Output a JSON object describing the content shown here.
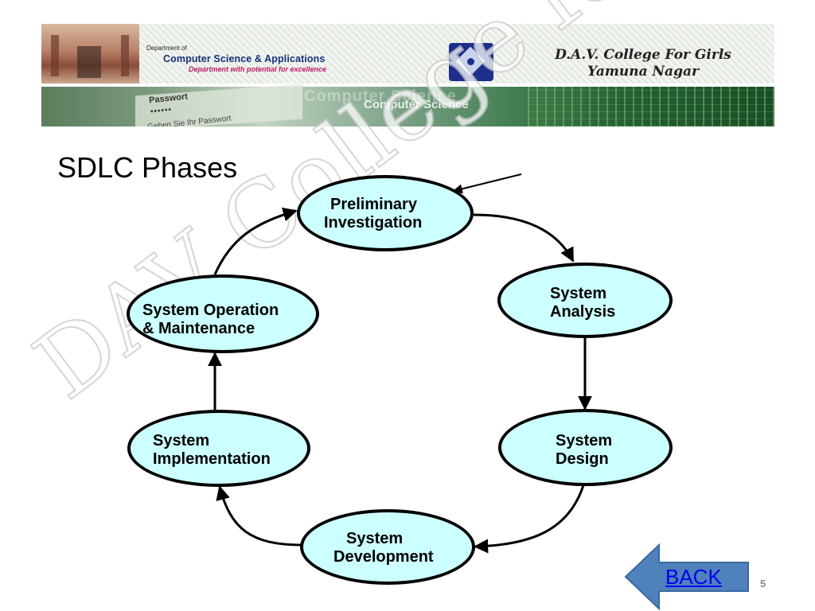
{
  "header": {
    "dept_small": "Department of",
    "dept_title": "Computer Science & Applications",
    "dept_tagline": "Department with potential for excellence",
    "college_line1": "D.A.V. College For Girls",
    "college_line2": "Yamuna Nagar",
    "banner_password_label": "Passwort",
    "banner_password_dots": "••••••",
    "banner_password_hint": "Geben Sie Ihr Passwort",
    "banner_ghost_text": "Computer Science",
    "banner_main_text": "Computer Science"
  },
  "slide": {
    "title": "SDLC Phases",
    "watermark": "DAV College for girls",
    "page_number": "5"
  },
  "diagram": {
    "node_fill": "#ccffff",
    "node_border": "#000000",
    "nodes": [
      {
        "id": "preliminary",
        "line1": "Preliminary",
        "line2": "Investigation"
      },
      {
        "id": "analysis",
        "line1": "System",
        "line2": "Analysis"
      },
      {
        "id": "design",
        "line1": "System",
        "line2": "Design"
      },
      {
        "id": "development",
        "line1": "System",
        "line2": "Development"
      },
      {
        "id": "implementation",
        "line1": "System",
        "line2": "Implementation"
      },
      {
        "id": "operation",
        "line1": "System Operation",
        "line2": "& Maintenance"
      }
    ],
    "edges": [
      {
        "from": "preliminary",
        "to": "analysis"
      },
      {
        "from": "analysis",
        "to": "design"
      },
      {
        "from": "design",
        "to": "development"
      },
      {
        "from": "development",
        "to": "implementation"
      },
      {
        "from": "implementation",
        "to": "operation"
      },
      {
        "from": "operation",
        "to": "preliminary"
      },
      {
        "from": "start",
        "to": "preliminary"
      }
    ]
  },
  "nav": {
    "back_label": "BACK",
    "back_color": "#4f81bd"
  }
}
